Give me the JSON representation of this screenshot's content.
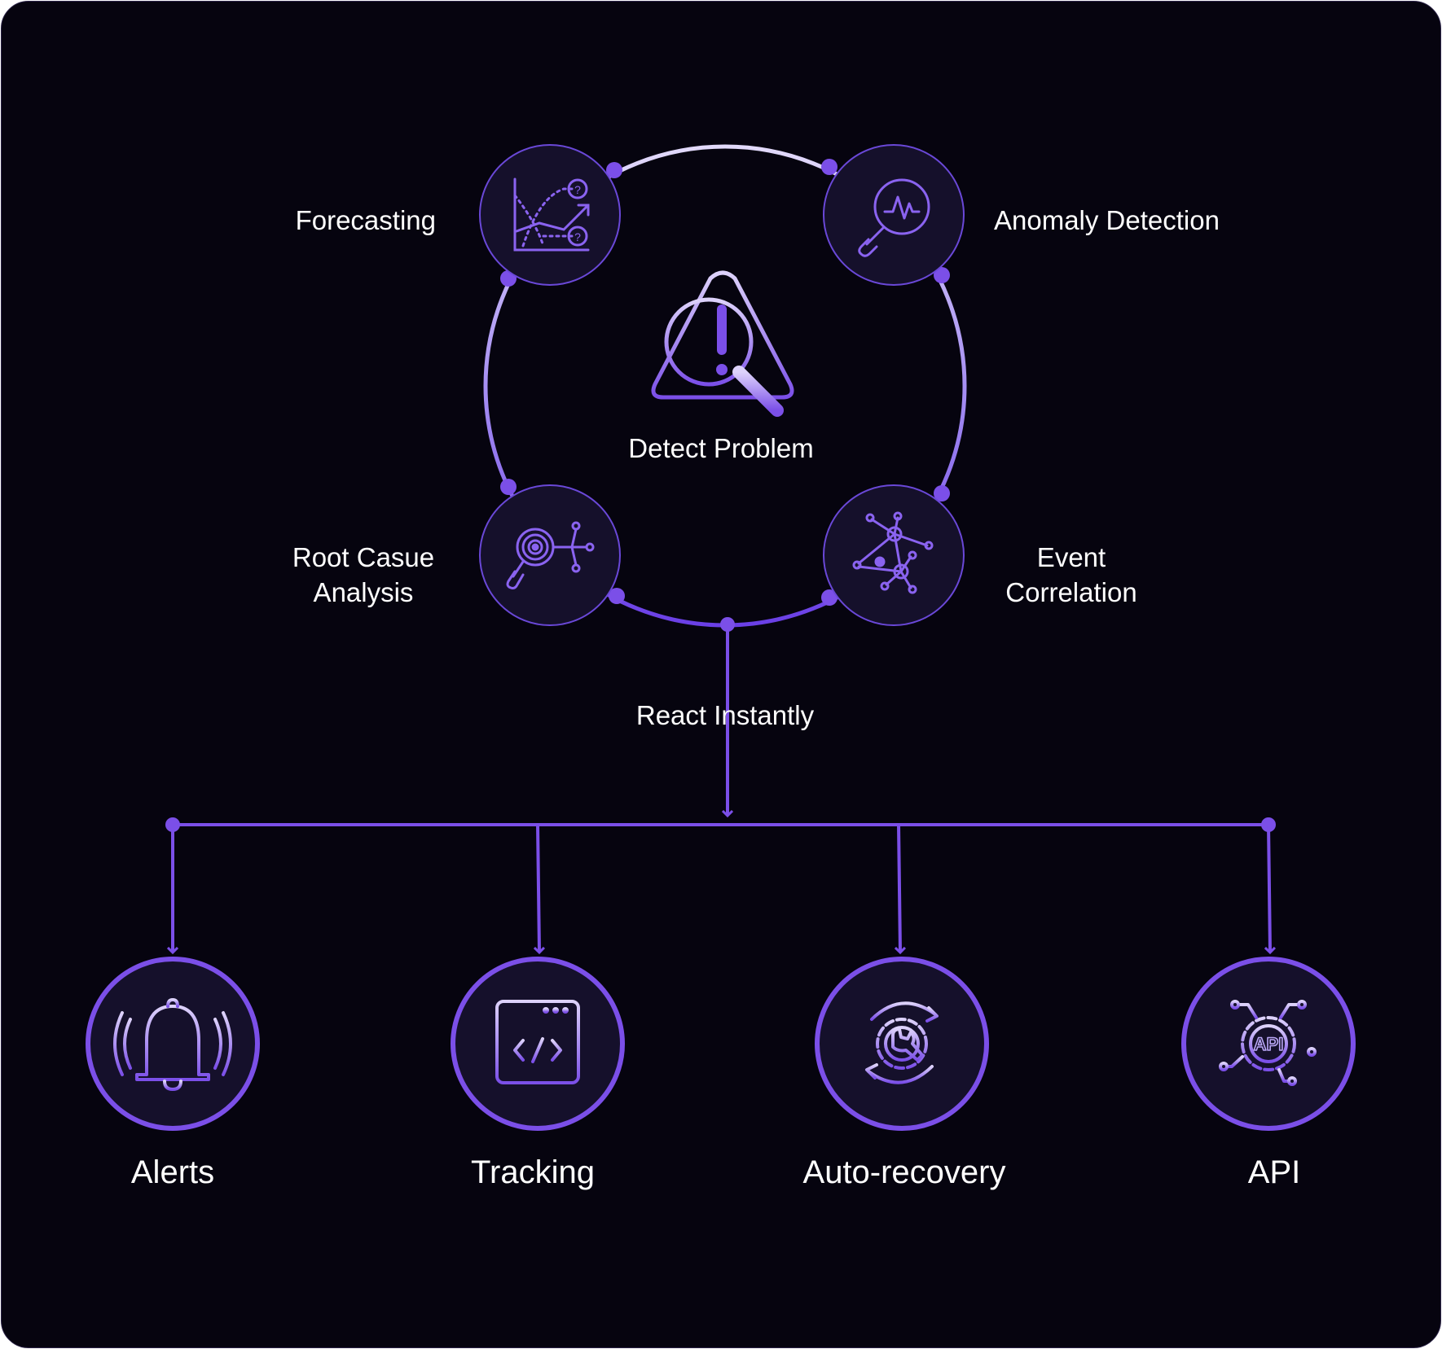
{
  "center": {
    "label": "Detect Problem"
  },
  "cycle": [
    {
      "label": "Forecasting",
      "icon": "forecast-chart-icon"
    },
    {
      "label": "Anomaly Detection",
      "icon": "anomaly-magnifier-icon"
    },
    {
      "label_line1": "Root Casue",
      "label_line2": "Analysis",
      "icon": "root-cause-target-icon"
    },
    {
      "label_line1": "Event",
      "label_line2": "Correlation",
      "icon": "event-network-icon"
    }
  ],
  "connector": {
    "label": "React Instantly"
  },
  "outputs": [
    {
      "label": "Alerts",
      "icon": "bell-icon"
    },
    {
      "label": "Tracking",
      "icon": "code-window-icon"
    },
    {
      "label": "Auto-recovery",
      "icon": "gear-wrench-icon"
    },
    {
      "label": "API",
      "icon": "api-chip-icon"
    }
  ],
  "colors": {
    "background": "#06040f",
    "accent": "#7b4fe8",
    "accent_light": "#b9a6f5",
    "node_fill": "#15102b",
    "text": "#ffffff"
  }
}
